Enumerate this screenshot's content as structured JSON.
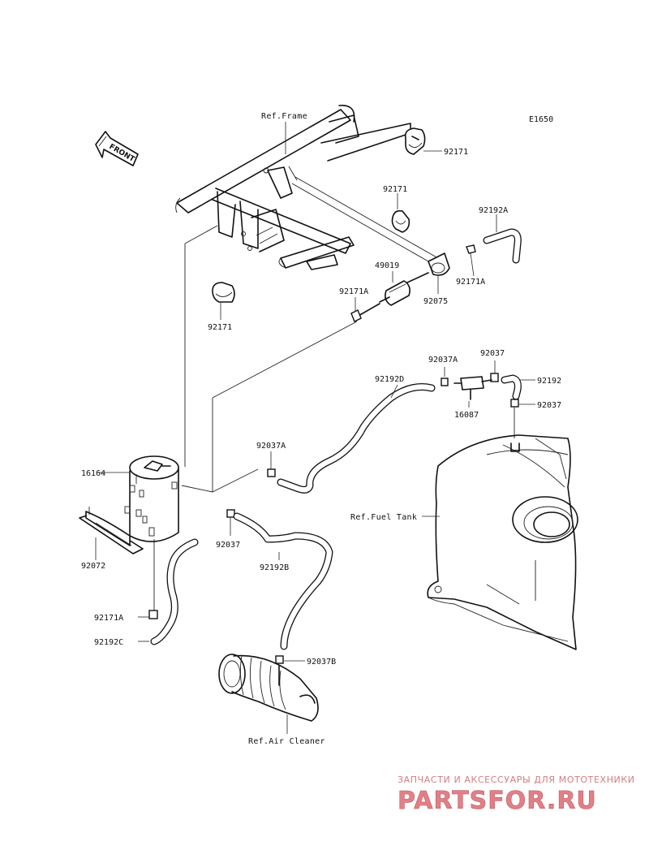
{
  "diagram_code": "E1650",
  "front_arrow": "FRONT",
  "references": {
    "frame": "Ref.Frame",
    "fuel_tank": "Ref.Fuel Tank",
    "air_cleaner": "Ref.Air Cleaner"
  },
  "callouts": {
    "c92171_top": "92171",
    "c92171_mid": "92171",
    "c92192A": "92192A",
    "c49019": "49019",
    "c92171A_filter": "92171A",
    "c92171A_right": "92171A",
    "c92075": "92075",
    "c92171_left": "92171",
    "c92037A_top": "92037A",
    "c92037_top": "92037",
    "c92192D": "92192D",
    "c92192": "92192",
    "c16087": "16087",
    "c92037_right": "92037",
    "c92037A_mid": "92037A",
    "c16164": "16164",
    "c92037_canister": "92037",
    "c92072": "92072",
    "c92192B": "92192B",
    "c92171A_low": "92171A",
    "c92192C": "92192C",
    "c92037B": "92037B"
  },
  "watermark": {
    "tagline": "ЗАПЧАСТИ И АКСЕССУАРЫ ДЛЯ МОТОТЕХНИКИ",
    "brand": "PARTSFOR.RU"
  }
}
